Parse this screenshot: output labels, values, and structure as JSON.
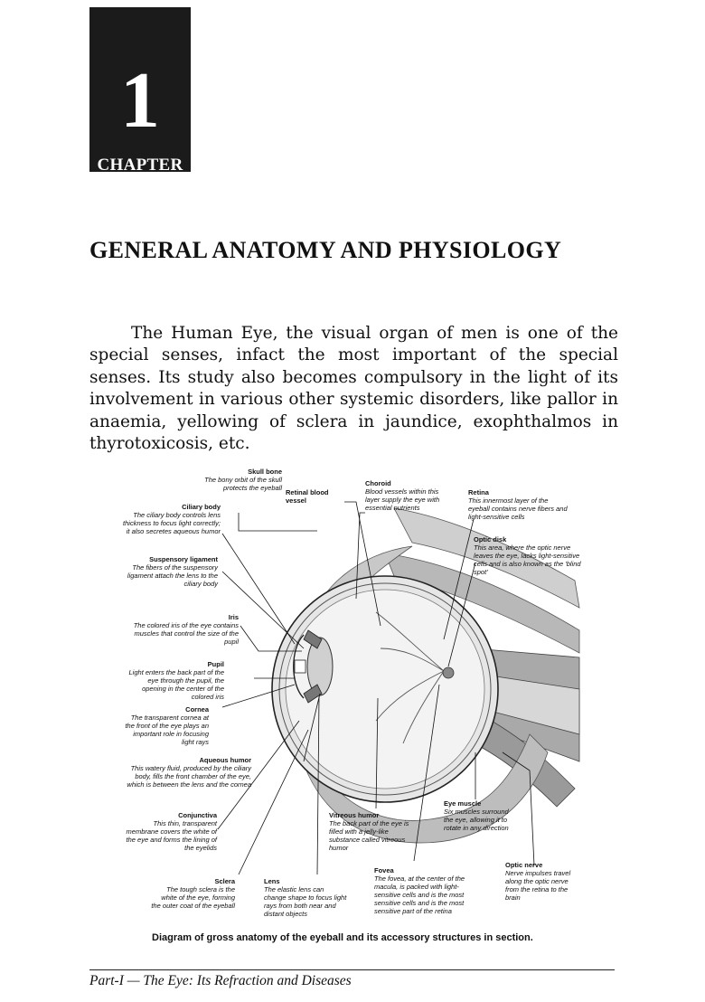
{
  "chapter": {
    "number": "1",
    "label": "CHAPTER"
  },
  "title": "GENERAL ANATOMY AND PHYSIOLOGY",
  "intro": "The Human Eye, the visual organ of men is one of the special senses, infact the most important of the special senses. Its study also becomes compulsory in the light of its involvement in various other systemic disorders, like pallor in anaemia, yellowing of sclera in jaundice, exophthalmos in thyrotoxicosis, etc.",
  "figure": {
    "labels": {
      "skull_bone": {
        "heading": "Skull bone",
        "desc": "The bony orbit of the skull protects the eyeball"
      },
      "retinal_vessel": {
        "heading": "Retinal blood vessel",
        "desc": ""
      },
      "choroid": {
        "heading": "Choroid",
        "desc": "Blood vessels within this layer supply the eye with essential nutrients"
      },
      "retina": {
        "heading": "Retina",
        "desc": "This innermost layer of the eyeball contains nerve fibers and light-sensitive cells"
      },
      "ciliary_body": {
        "heading": "Ciliary body",
        "desc": "The ciliary body controls lens thickness to focus light correctly; it also secretes aqueous humor"
      },
      "optic_disk": {
        "heading": "Optic disk",
        "desc": "This area, where the optic nerve leaves the eye, lacks light-sensitive cells and is also known as the 'blind spot'"
      },
      "suspensory_ligament": {
        "heading": "Suspensory ligament",
        "desc": "The fibers of the suspensory ligament attach the lens to the ciliary body"
      },
      "iris": {
        "heading": "Iris",
        "desc": "The colored iris of the eye contains muscles that control the size of the pupil"
      },
      "pupil": {
        "heading": "Pupil",
        "desc": "Light enters the back part of the eye through the pupil, the opening in the center of the colored iris"
      },
      "cornea": {
        "heading": "Cornea",
        "desc": "The transparent cornea at the front of the eye plays an important role in focusing light rays"
      },
      "aqueous_humor": {
        "heading": "Aqueous humor",
        "desc": "This watery fluid, produced by the ciliary body, fills the front chamber of the eye, which is between the lens and the cornea"
      },
      "eye_muscle": {
        "heading": "Eye muscle",
        "desc": "Six muscles surround the eye, allowing it to rotate in any direction"
      },
      "conjunctiva": {
        "heading": "Conjunctiva",
        "desc": "This thin, transparent membrane covers the white of the eye and forms the lining of the eyelids"
      },
      "vitreous_humor": {
        "heading": "Vitreous humor",
        "desc": "The back part of the eye is filled with a jelly-like substance called vitreous humor"
      },
      "optic_nerve": {
        "heading": "Optic nerve",
        "desc": "Nerve impulses travel along the optic nerve from the retina to the brain"
      },
      "fovea": {
        "heading": "Fovea",
        "desc": "The fovea, at the center of the macula, is packed with light-sensitive cells and is the most sensitive cells and is the most sensitive part of the retina"
      },
      "sclera": {
        "heading": "Sclera",
        "desc": "The tough sclera is the white of the eye, forming the outer coat of the eyeball"
      },
      "lens": {
        "heading": "Lens",
        "desc": "The elastic lens can change shape to focus light rays from both near and distant objects"
      }
    },
    "caption": "Diagram of gross anatomy of the eyeball and its accessory structures in section."
  },
  "footer": "Part-I — The Eye: Its Refraction and Diseases"
}
